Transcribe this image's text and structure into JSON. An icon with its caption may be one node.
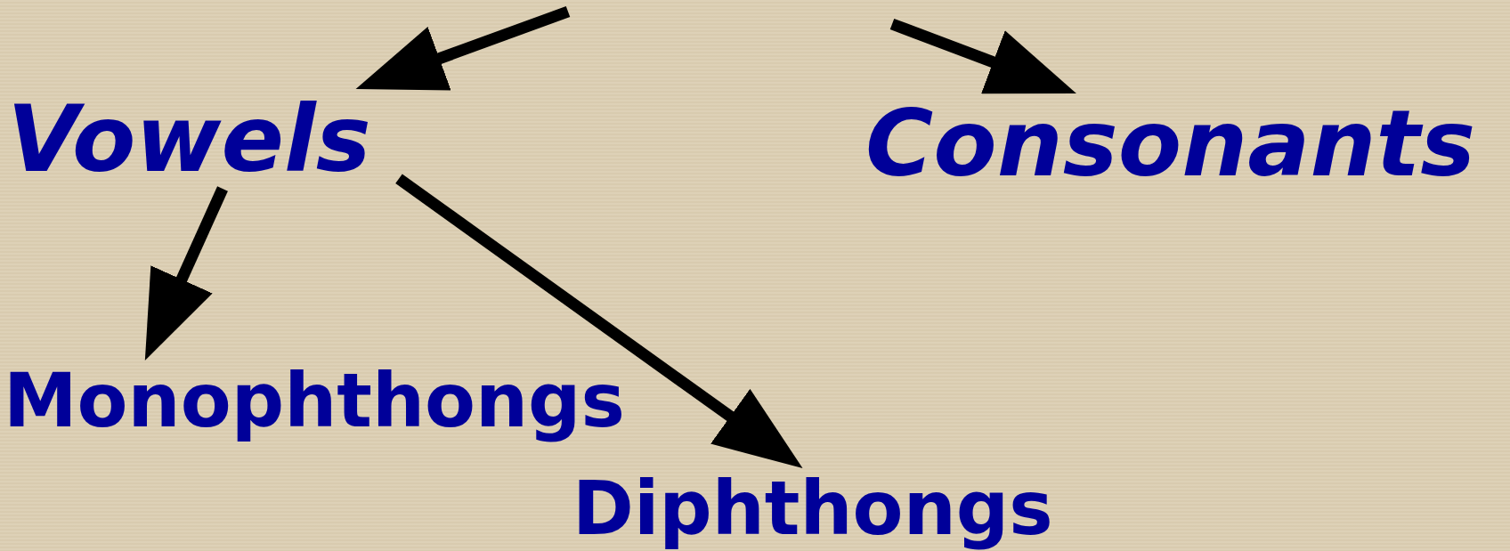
{
  "diagram": {
    "nodes": [
      {
        "text": [
          "Vowels"
        ]
      },
      {
        "text": [
          "Consonants"
        ]
      },
      {
        "text": [
          "Monophthongs"
        ]
      },
      {
        "text": [
          "Diphthongs"
        ]
      }
    ],
    "edges": [
      {
        "from": null,
        "to": 0,
        "arrow": "to"
      },
      {
        "from": null,
        "to": 1,
        "arrow": "to"
      },
      {
        "from": 0,
        "to": 2,
        "arrow": "to"
      },
      {
        "from": 0,
        "to": 3,
        "arrow": "to"
      }
    ]
  }
}
